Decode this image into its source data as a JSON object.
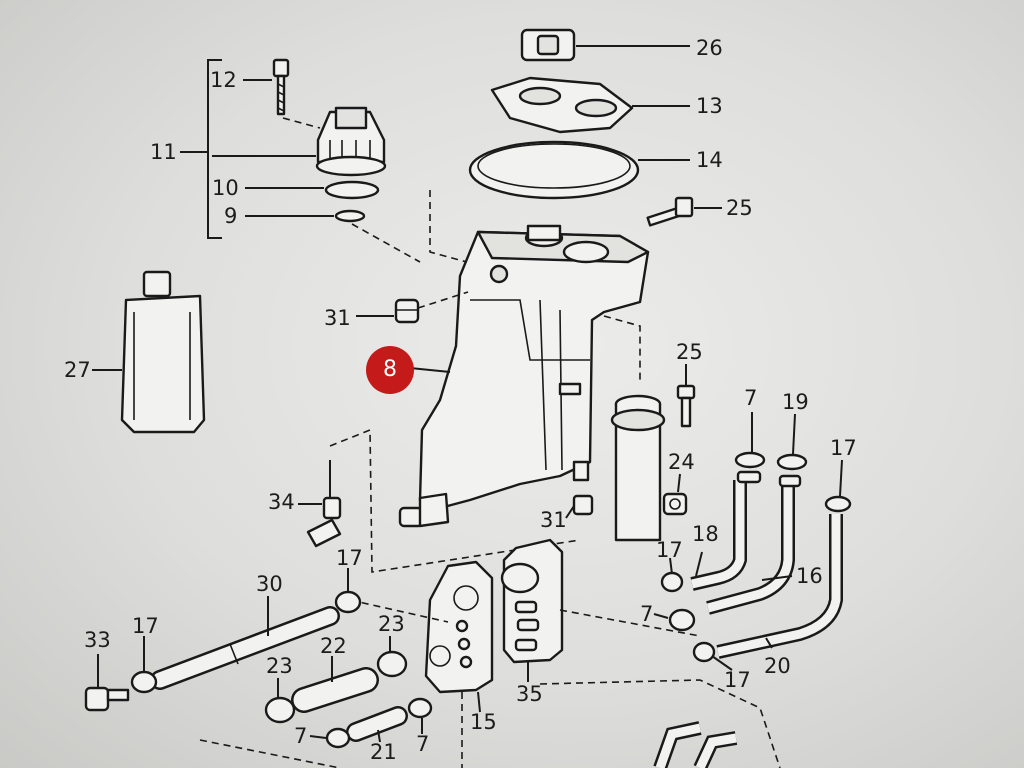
{
  "diagram": {
    "highlighted_part": "8",
    "highlight_color": "#c41a1a",
    "labels": {
      "p26": "26",
      "p13": "13",
      "p14": "14",
      "p25a": "25",
      "p12": "12",
      "p11": "11",
      "p10": "10",
      "p9": "9",
      "p27": "27",
      "p31a": "31",
      "p8": "8",
      "p25b": "25",
      "p7a": "7",
      "p19": "19",
      "p17a": "17",
      "p24": "24",
      "p34": "34",
      "p31b": "31",
      "p18": "18",
      "p17b": "17",
      "p16": "16",
      "p7b": "7",
      "p20": "20",
      "p17c": "17",
      "p30": "30",
      "p17d": "17",
      "p33": "33",
      "p17e": "17",
      "p22": "22",
      "p23a": "23",
      "p23b": "23",
      "p35": "35",
      "p15": "15",
      "p7c": "7",
      "p21": "21",
      "p7d": "7"
    }
  }
}
